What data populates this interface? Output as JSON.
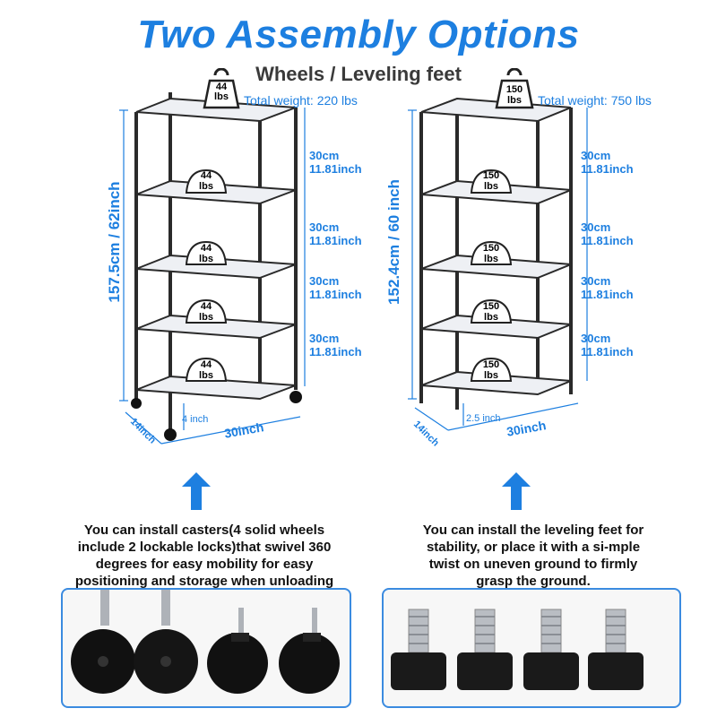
{
  "header": {
    "title": "Two Assembly Options",
    "subtitle": "Wheels / Leveling feet"
  },
  "left": {
    "top_weight": "44\nlbs",
    "total_weight": "Total weight: 220 lbs",
    "shelf_weights": [
      "44",
      "44",
      "44",
      "44"
    ],
    "weight_unit": "lbs",
    "height_label": "157.5cm / 62inch",
    "gaps": [
      {
        "cm": "30cm",
        "inch": "11.81inch"
      },
      {
        "cm": "30cm",
        "inch": "11.81inch"
      },
      {
        "cm": "30cm",
        "inch": "11.81inch"
      },
      {
        "cm": "30cm",
        "inch": "11.81inch"
      }
    ],
    "base_height": "4 inch",
    "depth": "14inch",
    "width": "30inch",
    "description": [
      "You can install casters(4 solid wheels",
      "include 2 lockable locks)that swivel 360",
      "degrees for easy mobility for easy",
      "positioning and storage when unloading"
    ]
  },
  "right": {
    "top_weight": "150",
    "total_weight": "Total weight: 750 lbs",
    "shelf_weights": [
      "150",
      "150",
      "150",
      "150"
    ],
    "weight_unit": "lbs",
    "height_label": "152.4cm / 60 inch",
    "gaps": [
      {
        "cm": "30cm",
        "inch": "11.81inch"
      },
      {
        "cm": "30cm",
        "inch": "11.81inch"
      },
      {
        "cm": "30cm",
        "inch": "11.81inch"
      },
      {
        "cm": "30cm",
        "inch": "11.81inch"
      }
    ],
    "base_height": "2.5 inch",
    "depth": "14inch",
    "width": "30inch",
    "description": [
      "You can install the leveling feet for",
      "stability, or place it with a si-mple",
      "twist on uneven ground to firmly",
      "grasp the ground."
    ]
  },
  "colors": {
    "accent": "#1d7fe0",
    "frame": "#2a2a2a",
    "shelf": "#eef0f4"
  }
}
